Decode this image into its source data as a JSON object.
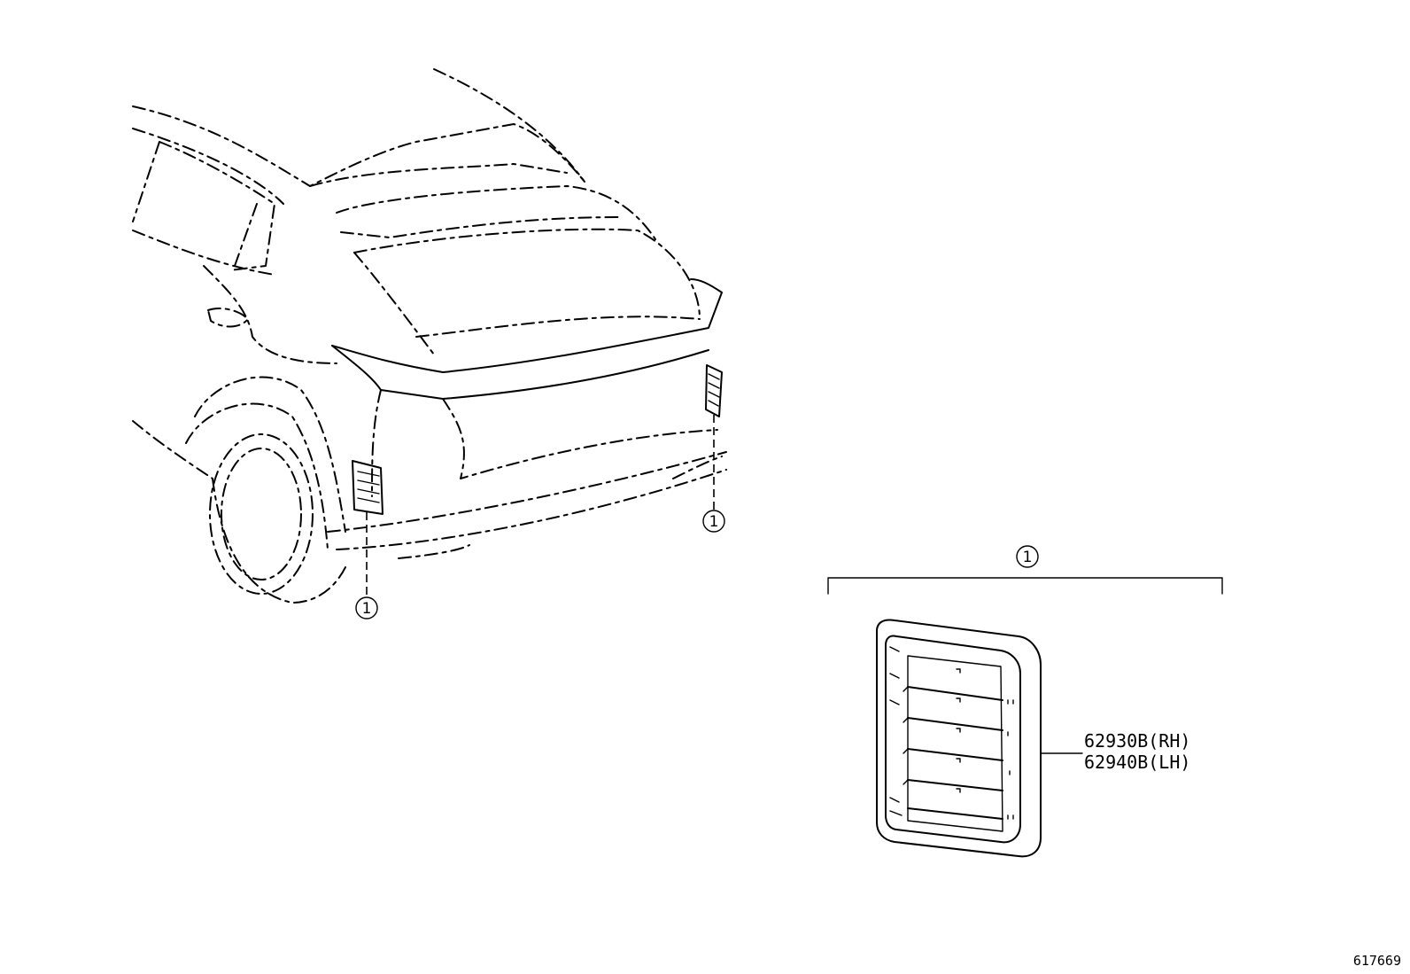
{
  "callouts": {
    "ref1": "1"
  },
  "part": {
    "rh": "62930B(RH)",
    "lh": "62940B(LH)"
  },
  "illustration_code": "617669",
  "colors": {
    "line": "#000000",
    "background": "#ffffff"
  }
}
